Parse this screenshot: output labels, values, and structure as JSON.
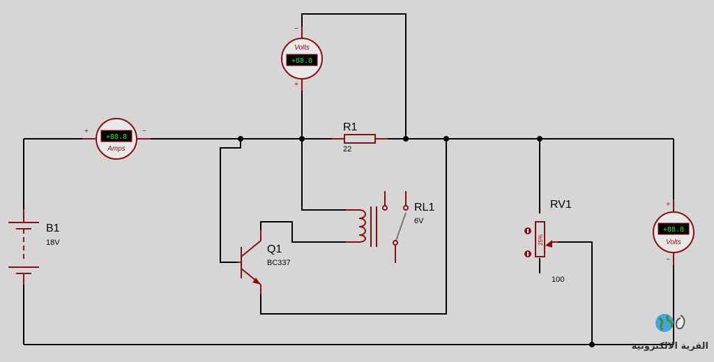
{
  "components": {
    "ammeter": {
      "unit": "Amps",
      "reading": "+88.8",
      "pos": "+",
      "neg": "−"
    },
    "voltmeter_top": {
      "unit": "Volts",
      "reading": "+88.8",
      "pos": "+",
      "neg": "−"
    },
    "voltmeter_right": {
      "unit": "Volts",
      "reading": "+88.8",
      "pos": "+",
      "neg": "−"
    },
    "battery": {
      "ref": "B1",
      "value": "18V"
    },
    "resistor": {
      "ref": "R1",
      "value": "22"
    },
    "transistor": {
      "ref": "Q1",
      "value": "BC337"
    },
    "relay": {
      "ref": "RL1",
      "value": "6V"
    },
    "potentiometer": {
      "ref": "RV1",
      "value": "100",
      "setting": "25%"
    }
  },
  "watermark": {
    "text": "القرية الالكترونية"
  },
  "colors": {
    "background": "#d6d6d6",
    "component": "#8b0c0c",
    "wire": "#000000",
    "lcd": "#27e627"
  }
}
